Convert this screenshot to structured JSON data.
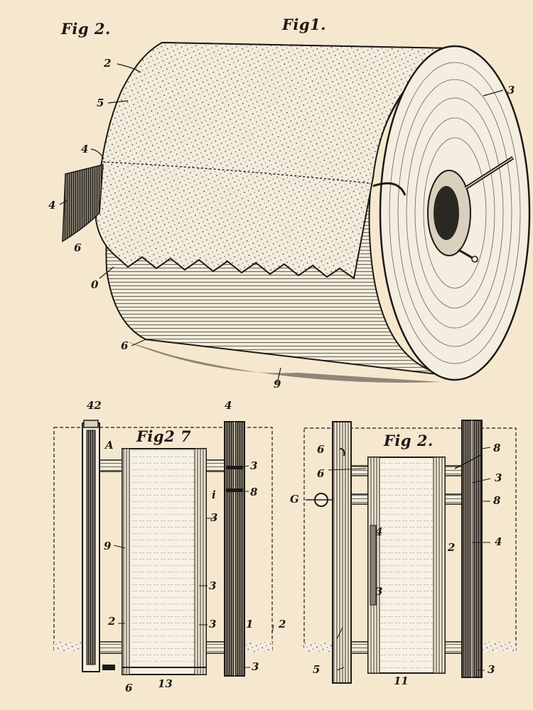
{
  "figures": {
    "fig2_top": "Fig 2.",
    "fig1": "Fig1.",
    "fig27": "Fig2 7",
    "fig2_bottom": "Fig 2."
  },
  "fig1_labels": {
    "l2": "2",
    "l5": "5",
    "l4a": "4",
    "l4b": "4",
    "l6a": "6",
    "l0": "0",
    "l6b": "6",
    "l9": "9",
    "l3": "3"
  },
  "left_labels": {
    "l42": "42",
    "l4top": "4",
    "lA": "A",
    "l3a": "3",
    "l8": "8",
    "li": "i",
    "l3b": "3",
    "l9": "9",
    "l3c": "3",
    "l2": "2",
    "l3d": "3",
    "l1": "1",
    "l2b": "2",
    "l3e": "3",
    "l6": "6",
    "l13": "13"
  },
  "right_labels": {
    "l6a": "6",
    "l6b": "6",
    "lG": "G",
    "l8": "8",
    "l3a": "3",
    "l8b": "8",
    "l4": "4",
    "l3b": "3",
    "l2": "2",
    "l4b": "4",
    "l5": "5",
    "l11": "11",
    "l3c": "3"
  },
  "colors": {
    "paper": "#f6e8cf",
    "ink": "#1c1a17",
    "roll_fill": "#f4ede0"
  }
}
